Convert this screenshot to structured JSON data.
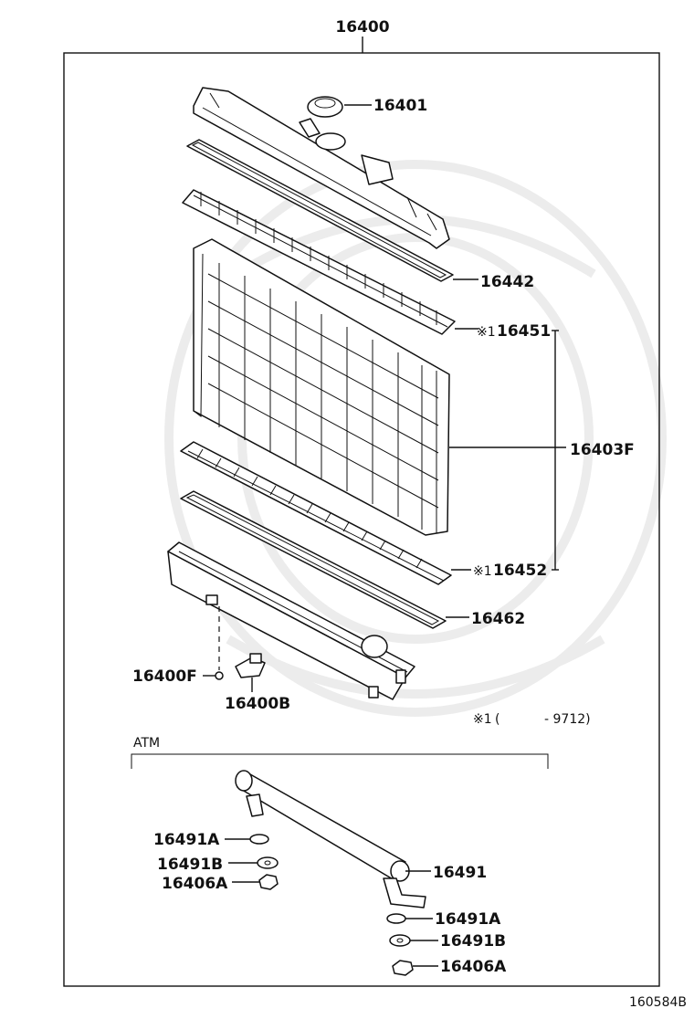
{
  "assembly_number": "16400",
  "callouts": {
    "cap": "16401",
    "upper_gasket": "16442",
    "upper_plate": "16451",
    "core": "16403F",
    "lower_plate": "16452",
    "lower_gasket": "16462",
    "drain_packing": "16400F",
    "drain_cock": "16400B",
    "cooler": "16491",
    "washer_a_left": "16491A",
    "washer_b_left": "16491B",
    "nut_left": "16406A",
    "washer_a_right": "16491A",
    "washer_b_right": "16491B",
    "nut_right": "16406A"
  },
  "note_mark": "※1",
  "note_range_open": "(",
  "note_range_end": "- 9712)",
  "section_label": "ATM",
  "diagram_code": "160584B"
}
